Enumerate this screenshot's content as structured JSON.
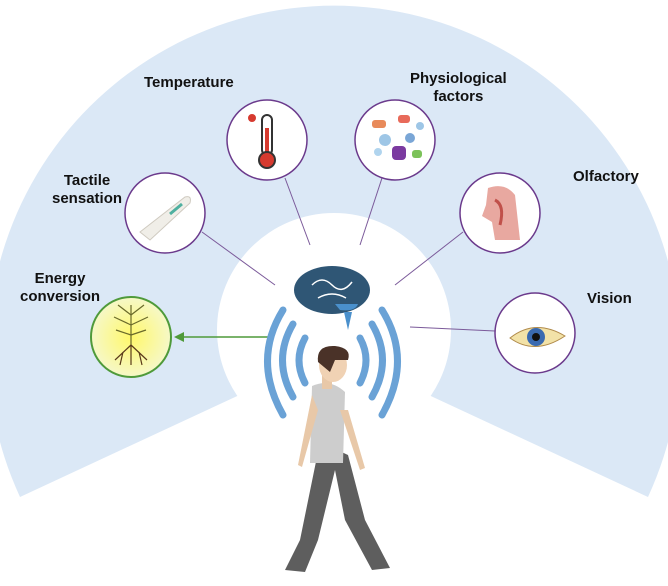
{
  "labels": {
    "temperature": "Temperature",
    "physiological_line1": "Physiological",
    "physiological_line2": "factors",
    "tactile_line1": "Tactile",
    "tactile_line2": "sensation",
    "olfactory": "Olfactory",
    "energy_line1": "Energy",
    "energy_line2": "conversion",
    "vision": "Vision"
  },
  "colors": {
    "fan": "#dbe8f6",
    "circle_border": "#6b3a8c",
    "energy_border": "#4f9a3a",
    "arrow": "#4f9a3a",
    "brain": "#2f5675",
    "waves": "#6aa2d6"
  }
}
